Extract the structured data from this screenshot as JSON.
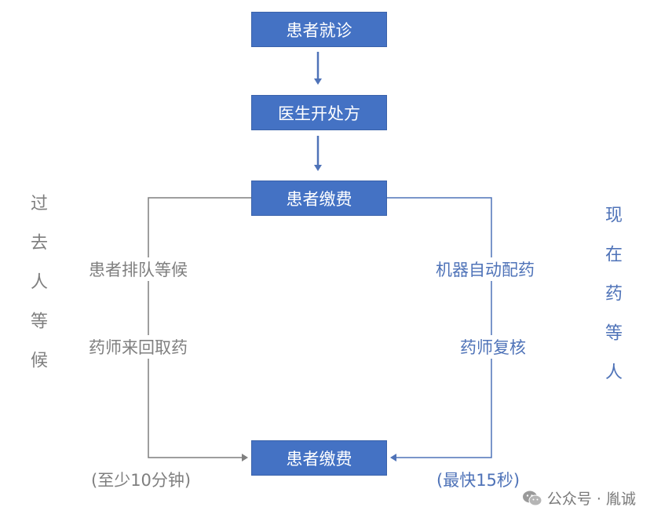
{
  "boxes": {
    "visit": "患者就诊",
    "prescribe": "医生开处方",
    "pay_top": "患者缴费",
    "pay_bottom": "患者缴费"
  },
  "left_path": {
    "step1": "患者排队等候",
    "step2": "药师来回取药",
    "time": "(至少10分钟)"
  },
  "right_path": {
    "step1": "机器自动配药",
    "step2": "药师复核",
    "time": "(最快15秒)"
  },
  "side_labels": {
    "left": "过去人等候",
    "right": "现在药等人"
  },
  "watermark": {
    "text": "公众号 · 胤诚",
    "icon": "wechat-icon"
  },
  "colors": {
    "box_fill": "#4472c4",
    "left_line": "#7f7f7f",
    "right_line": "#4f73b8"
  }
}
